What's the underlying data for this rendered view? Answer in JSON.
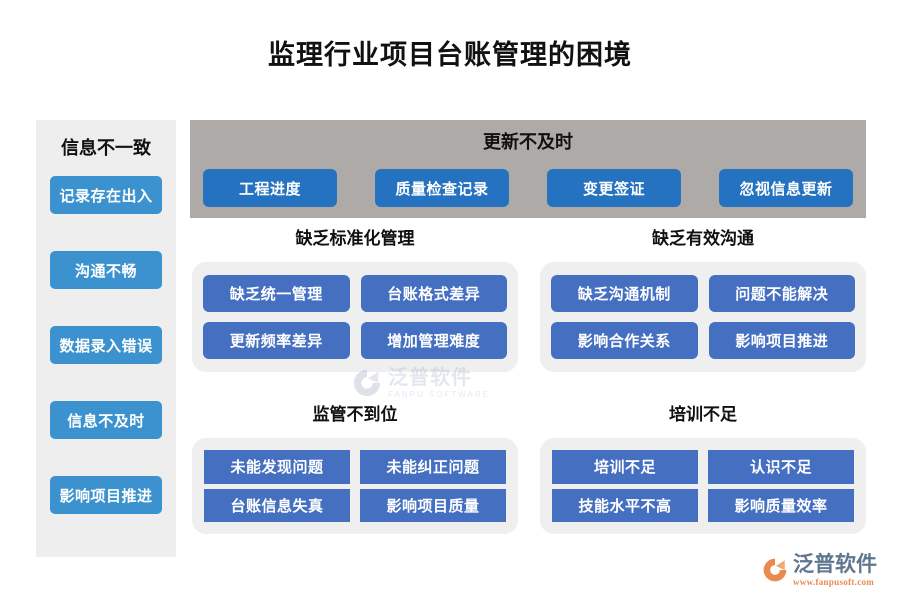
{
  "page": {
    "title": "监理行业项目台账管理的困境",
    "background_color": "#ffffff"
  },
  "colors": {
    "sidebar_panel": "#eeeeee",
    "sidebar_button": "#3c92cf",
    "band_background": "#adaaa8",
    "band_button": "#2572c0",
    "section_panel": "#efeff0",
    "section_button": "#456fc1",
    "title_text": "#111111",
    "button_text": "#ffffff",
    "logo_accent": "#e98a4e",
    "logo_text": "#5f7690"
  },
  "sidebar": {
    "title": "信息不一致",
    "items": [
      {
        "label": "记录存在出入"
      },
      {
        "label": "沟通不畅"
      },
      {
        "label": "数据录入错误"
      },
      {
        "label": "信息不及时"
      },
      {
        "label": "影响项目推进"
      }
    ]
  },
  "band": {
    "title": "更新不及时",
    "items": [
      {
        "label": "工程进度"
      },
      {
        "label": "质量检查记录"
      },
      {
        "label": "变更签证"
      },
      {
        "label": "忽视信息更新"
      }
    ]
  },
  "sections": [
    {
      "id": "lack-of-standardized-management",
      "title": "缺乏标准化管理",
      "style": "rounded",
      "items": [
        {
          "label": "缺乏统一管理"
        },
        {
          "label": "台账格式差异"
        },
        {
          "label": "更新频率差异"
        },
        {
          "label": "增加管理难度"
        }
      ]
    },
    {
      "id": "lack-of-effective-communication",
      "title": "缺乏有效沟通",
      "style": "rounded",
      "items": [
        {
          "label": "缺乏沟通机制"
        },
        {
          "label": "问题不能解决"
        },
        {
          "label": "影响合作关系"
        },
        {
          "label": "影响项目推进"
        }
      ]
    },
    {
      "id": "inadequate-supervision",
      "title": "监管不到位",
      "style": "square",
      "items": [
        {
          "label": "未能发现问题"
        },
        {
          "label": "未能纠正问题"
        },
        {
          "label": "台账信息失真"
        },
        {
          "label": "影响项目质量"
        }
      ]
    },
    {
      "id": "insufficient-training",
      "title": "培训不足",
      "style": "square",
      "items": [
        {
          "label": "培训不足"
        },
        {
          "label": "认识不足"
        },
        {
          "label": "技能水平不高"
        },
        {
          "label": "影响质量效率"
        }
      ]
    }
  ],
  "watermark": {
    "name_cn": "泛普软件",
    "name_en": "FANPU SOFTWARE"
  },
  "logo": {
    "name_cn": "泛普软件",
    "url": "www.fanpusoft.com"
  }
}
